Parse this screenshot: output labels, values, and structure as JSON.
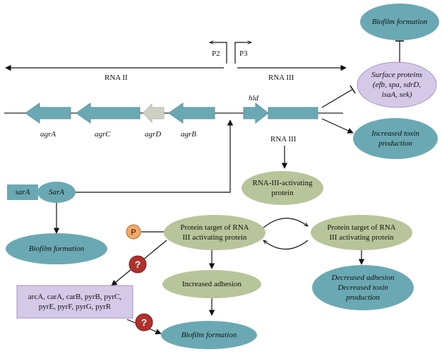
{
  "promoters": {
    "p2": "P2",
    "p3": "P3"
  },
  "transcripts": {
    "rna2": "RNA II",
    "rna3": "RNA III"
  },
  "genes": {
    "agrA": "agrA",
    "agrC": "agrC",
    "agrD": "agrD",
    "agrB": "agrB",
    "hld": "hld"
  },
  "nodes": {
    "biofilm_top": "Biofilm formation",
    "surface_proteins": [
      "Surface proteins",
      "(efb, spa, sdrD,",
      "isaA, sek)"
    ],
    "increased_toxin": [
      "Increased toxin",
      "production"
    ],
    "rna3_label": "RNA III",
    "raip": [
      "RNA-III-activating",
      "protein"
    ],
    "sarA_gene": "sarA",
    "sarA_protein": "SarA",
    "biofilm_left": "Biofilm formation",
    "p_marker": "P",
    "traP_left": [
      "Protein target of RNA",
      "III activating protein"
    ],
    "traP_right": [
      "Protein target of RNA",
      "III activating protein"
    ],
    "increased_adhesion": "Increased adhesion",
    "decreased": [
      "Decreased adhesion",
      "Decreased toxin",
      "production"
    ],
    "biofilm_bottom": "Biofilm formation",
    "genes_box": [
      "arcA, carA, carB, pyrB, pyrC,",
      "pyrE, pyrF, pyrG, pyrR"
    ],
    "question": "?"
  },
  "colors": {
    "teal": "#6aa9b3",
    "olive": "#b8c59a",
    "lavender": "#d5c9e8",
    "gene_gray": "#cfcfc4",
    "question_red": "#b1302b",
    "p_orange": "#f2a76a"
  }
}
